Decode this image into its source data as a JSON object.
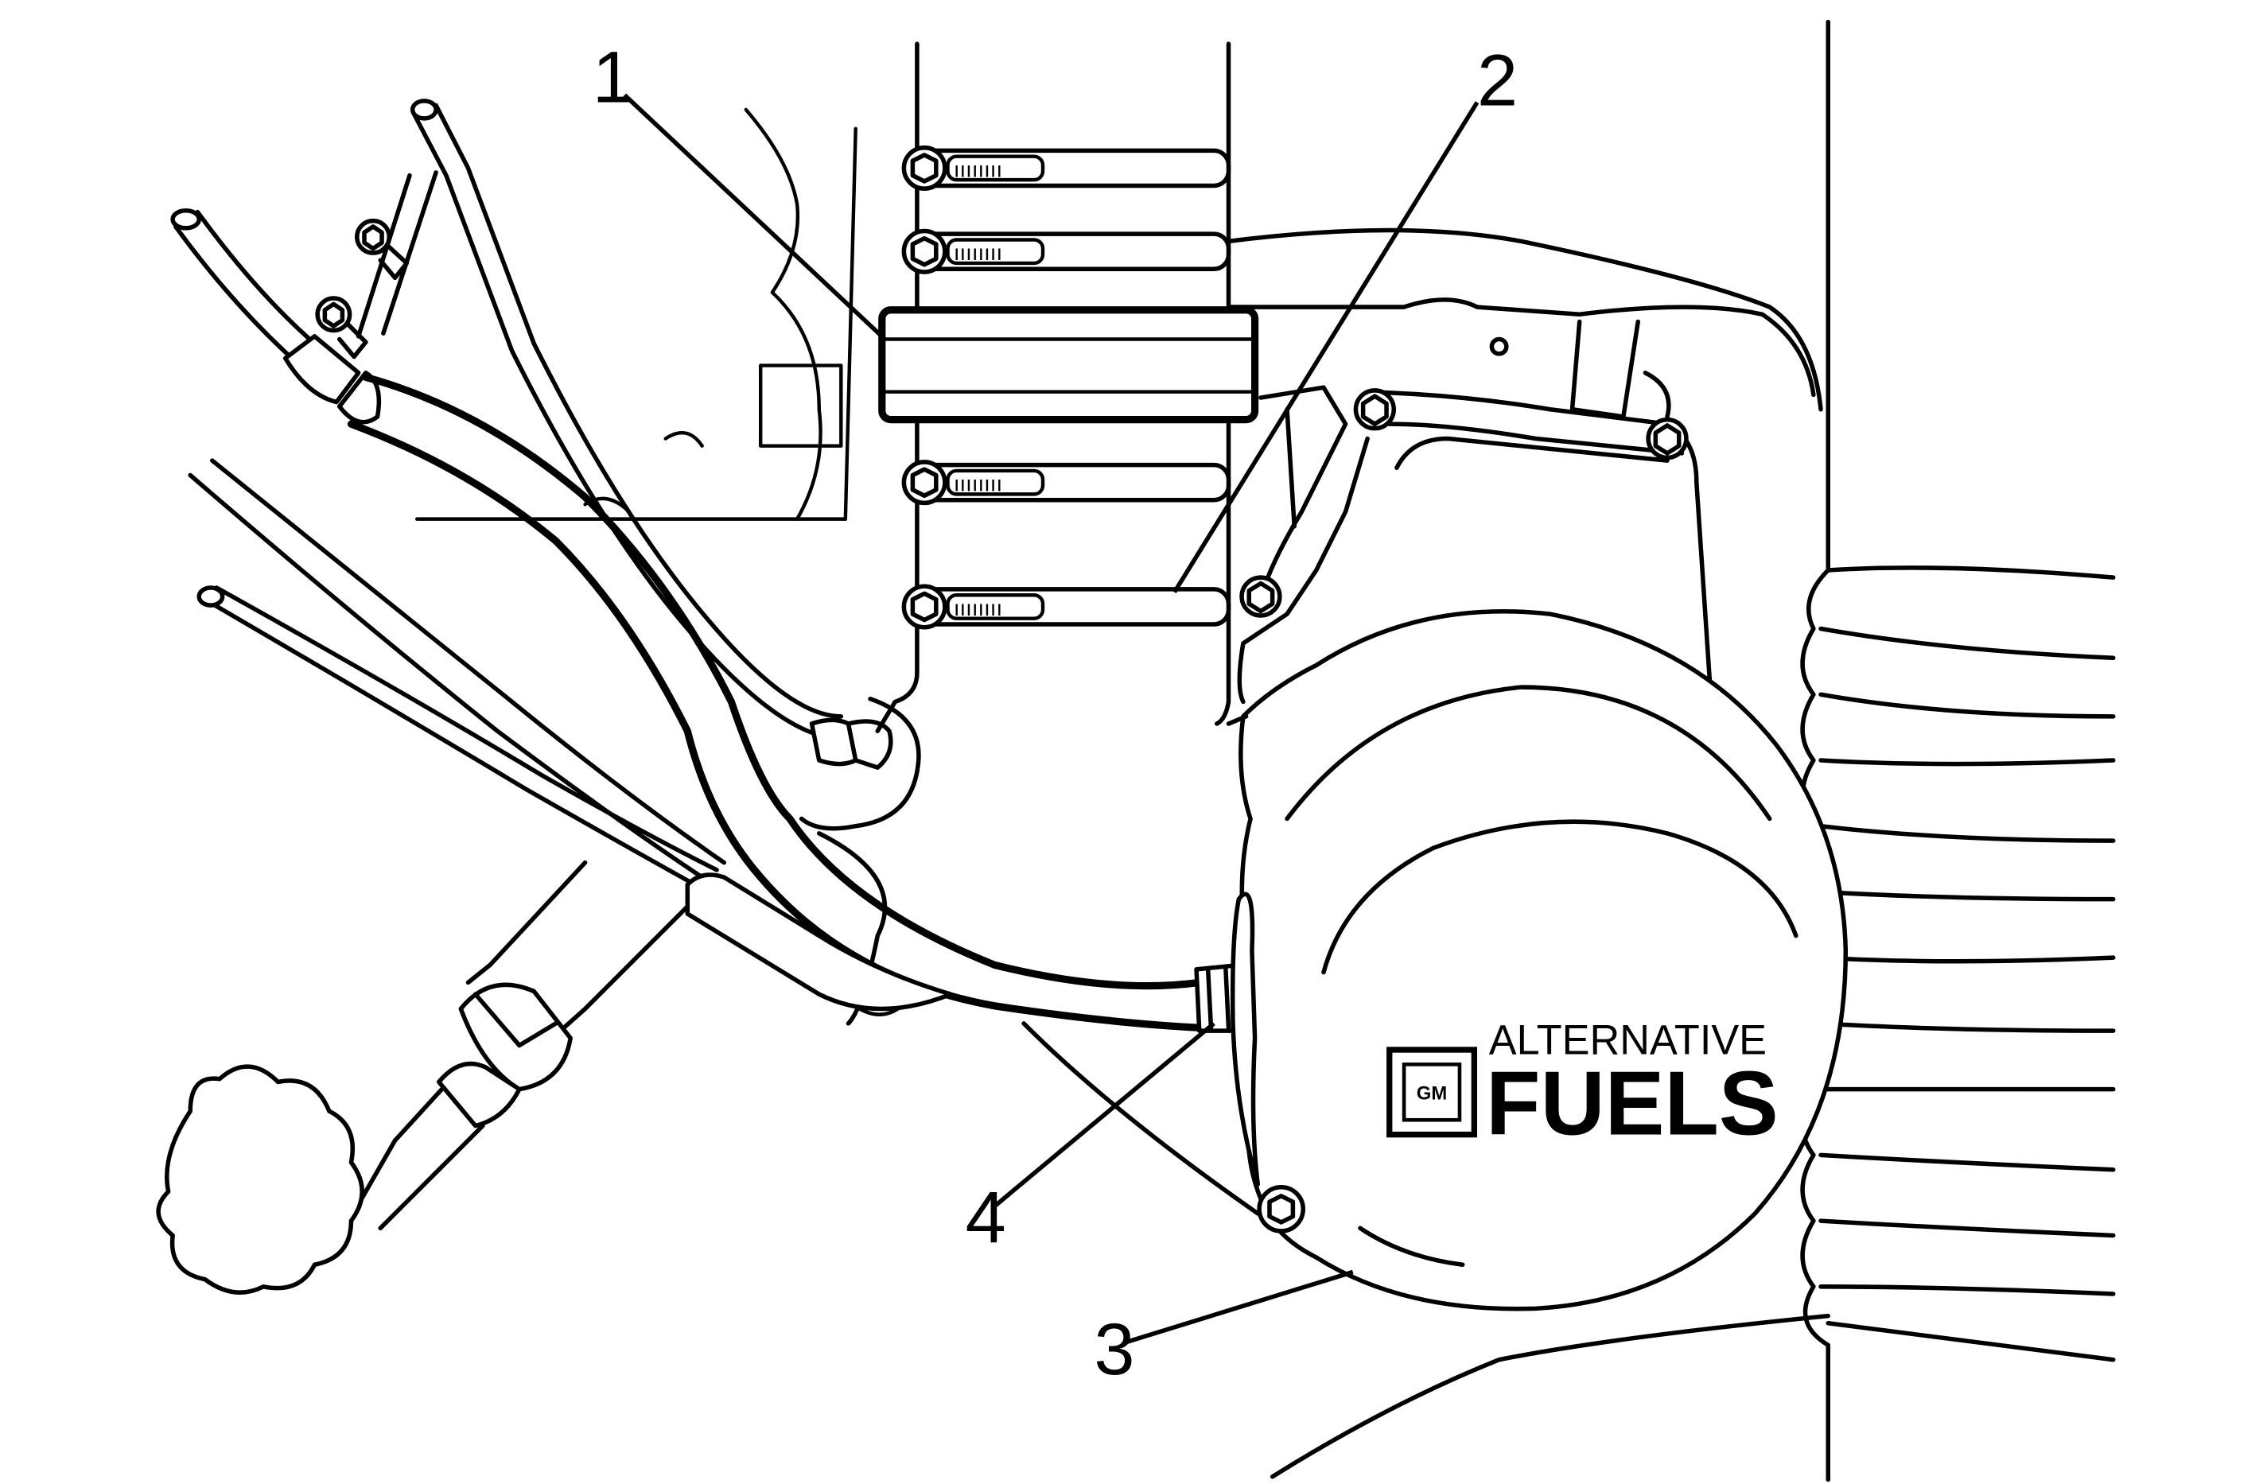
{
  "callouts": [
    {
      "id": "1",
      "label": "1"
    },
    {
      "id": "2",
      "label": "2"
    },
    {
      "id": "3",
      "label": "3"
    },
    {
      "id": "4",
      "label": "4"
    }
  ],
  "logo": {
    "badge": "GM",
    "line1": "ALTERNATIVE",
    "line2": "FUELS"
  },
  "clamp_screw_ticks": "ıııııııı"
}
